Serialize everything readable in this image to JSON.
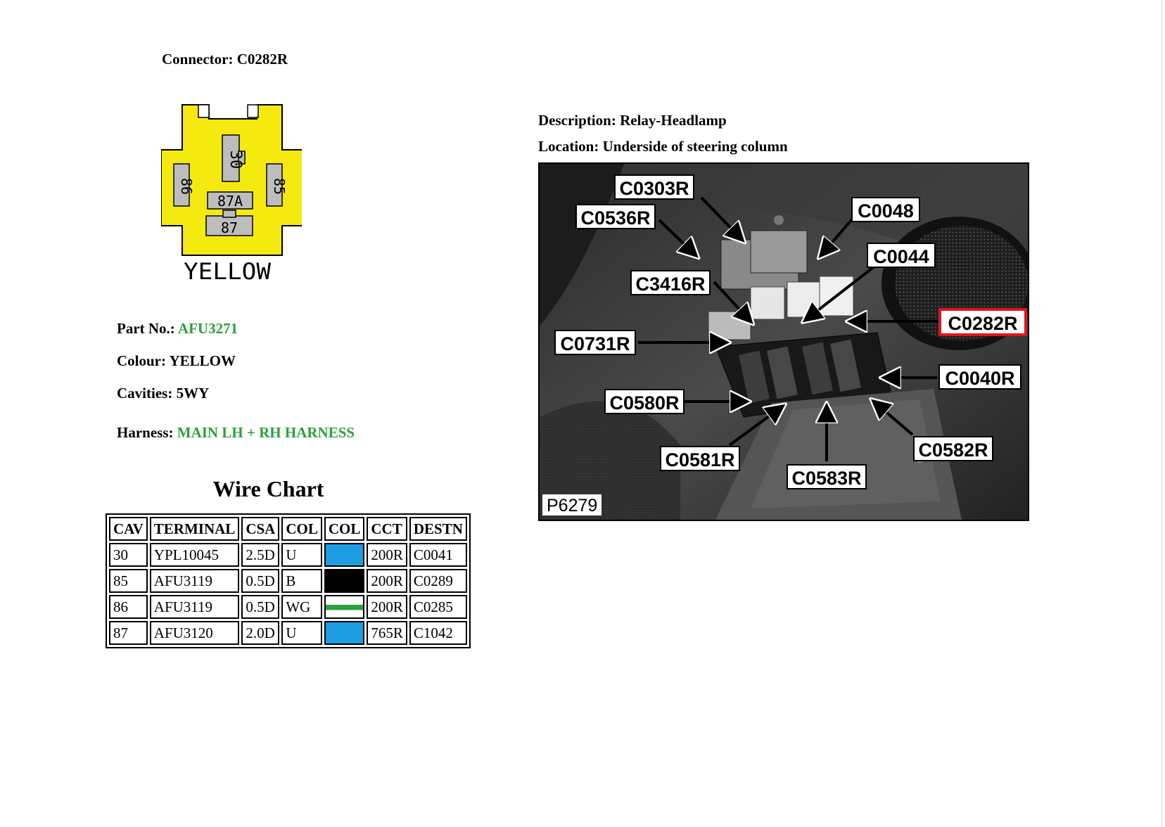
{
  "connector": {
    "label": "Connector:",
    "id": "C0282R"
  },
  "diagram": {
    "color_name": "YELLOW",
    "fill_color": "#f5ea10",
    "pins": [
      "30",
      "86",
      "85",
      "87A",
      "87"
    ]
  },
  "part": {
    "label": "Part No.:",
    "value": "AFU3271"
  },
  "colour": {
    "label": "Colour:",
    "value": "YELLOW"
  },
  "cavities": {
    "label": "Cavities:",
    "value": "5WY"
  },
  "harness": {
    "label": "Harness:",
    "value": "MAIN LH + RH HARNESS"
  },
  "wire_chart": {
    "title": "Wire Chart",
    "headers": [
      "CAV",
      "TERMINAL",
      "CSA",
      "COL",
      "COL",
      "CCT",
      "DESTN"
    ],
    "rows": [
      {
        "cav": "30",
        "terminal": "YPL10045",
        "csa": "2.5D",
        "col": "U",
        "swatch": "#1e9de2",
        "cct": "200R",
        "destn": "C0041"
      },
      {
        "cav": "85",
        "terminal": "AFU3119",
        "csa": "0.5D",
        "col": "B",
        "swatch": "#000000",
        "cct": "200R",
        "destn": "C0289"
      },
      {
        "cav": "86",
        "terminal": "AFU3119",
        "csa": "0.5D",
        "col": "WG",
        "swatch": "#ffffff",
        "stripe": "#2aa13a",
        "cct": "200R",
        "destn": "C0285"
      },
      {
        "cav": "87",
        "terminal": "AFU3120",
        "csa": "2.0D",
        "col": "U",
        "swatch": "#1e9de2",
        "cct": "765R",
        "destn": "C1042"
      }
    ]
  },
  "description": {
    "label": "Description:",
    "value": "Relay-Headlamp"
  },
  "location": {
    "label": "Location:",
    "value": "Underside of steering column"
  },
  "photo": {
    "ref": "P6279",
    "highlight": "C0282R",
    "highlight_color": "#e0141e",
    "callouts": [
      "C0303R",
      "C0536R",
      "C0048",
      "C0044",
      "C3416R",
      "C0282R",
      "C0731R",
      "C0040R",
      "C0580R",
      "C0582R",
      "C0581R",
      "C0583R"
    ]
  }
}
